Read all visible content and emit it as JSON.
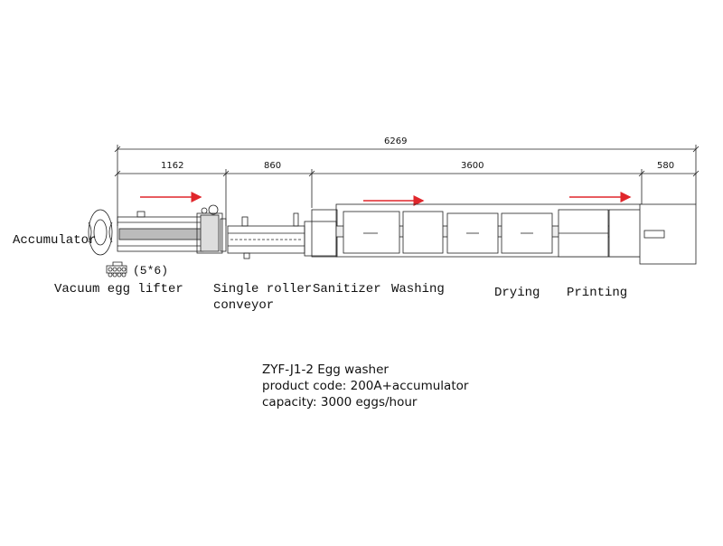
{
  "dimensions": {
    "total": "6269",
    "seg1": "1162",
    "seg2": "860",
    "seg3": "3600",
    "seg4": "580"
  },
  "labels": {
    "accumulator": "Accumulator",
    "lifter_grid": "(5*6)",
    "vacuum_lifter": "Vacuum egg lifter",
    "roller_line1": "Single roller",
    "roller_line2": "conveyor",
    "sanitizer": "Sanitizer",
    "washing": "Washing",
    "drying": "Drying",
    "printing": "Printing"
  },
  "info": {
    "model": "ZYF-J1-2 Egg washer",
    "product_code": "product code: 200A+accumulator",
    "capacity": "capacity: 3000 eggs/hour"
  },
  "colors": {
    "arrow": "#e0262b",
    "line": "#222222"
  }
}
